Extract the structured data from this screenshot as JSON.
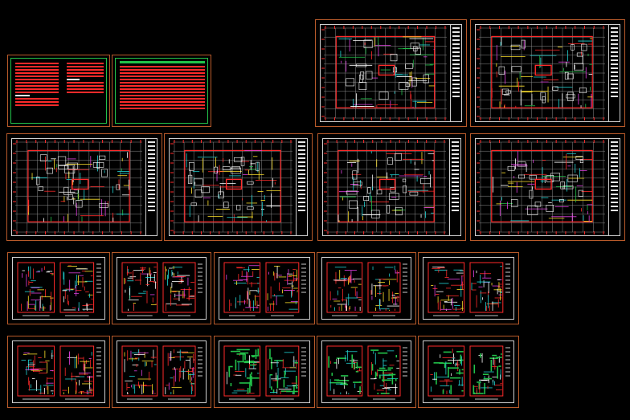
{
  "window": {
    "title": ""
  },
  "legend_sheet": {
    "stamp": ""
  },
  "sheets": [
    {
      "name": "sheet-legend-1",
      "kind": "legend"
    },
    {
      "name": "sheet-legend-2",
      "kind": "legend"
    },
    {
      "name": "sheet-plan-top-1",
      "kind": "plan"
    },
    {
      "name": "sheet-plan-top-2",
      "kind": "plan"
    },
    {
      "name": "sheet-plan-mid-1",
      "kind": "plan"
    },
    {
      "name": "sheet-plan-mid-2",
      "kind": "plan"
    },
    {
      "name": "sheet-plan-mid-3",
      "kind": "plan"
    },
    {
      "name": "sheet-plan-mid-4",
      "kind": "plan"
    },
    {
      "name": "sheet-detail-row1-1",
      "kind": "detail"
    },
    {
      "name": "sheet-detail-row1-2",
      "kind": "detail"
    },
    {
      "name": "sheet-detail-row1-3",
      "kind": "detail"
    },
    {
      "name": "sheet-detail-row1-4",
      "kind": "detail"
    },
    {
      "name": "sheet-detail-row1-5",
      "kind": "detail"
    },
    {
      "name": "sheet-detail-row2-1",
      "kind": "detail"
    },
    {
      "name": "sheet-detail-row2-2",
      "kind": "detail"
    },
    {
      "name": "sheet-detail-row2-3",
      "kind": "detail"
    },
    {
      "name": "sheet-detail-row2-4",
      "kind": "detail"
    },
    {
      "name": "sheet-detail-row2-5",
      "kind": "detail"
    }
  ],
  "colors": {
    "background": "#000000",
    "sheet_border": "#b85a2a",
    "frame": "#d0d0d0",
    "annotation_red": "#ff2a2a",
    "cyan": "#22d3d3",
    "magenta": "#e040e0",
    "yellow": "#ffe22a",
    "green": "#22c24a"
  }
}
